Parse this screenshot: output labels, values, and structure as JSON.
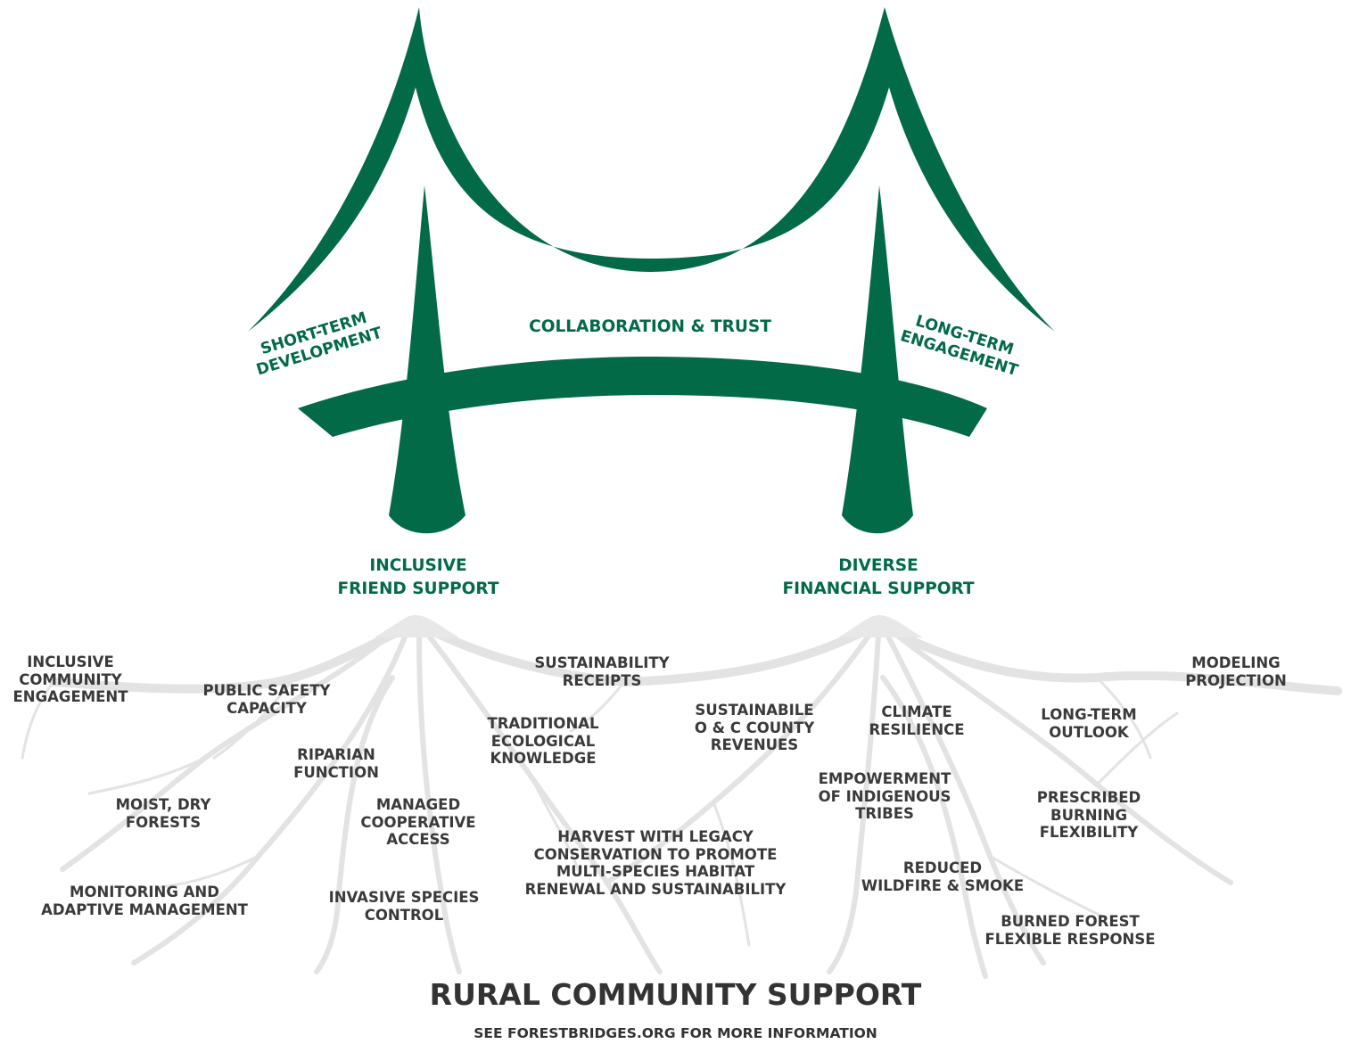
{
  "colors": {
    "bridge": "#036a47",
    "roots": "#e3e3e3",
    "label_text": "#3a3a3a",
    "title_text": "#333333"
  },
  "bridge": {
    "center_label": "COLLABORATION & TRUST",
    "left_side": [
      "SHORT-TERM",
      "DEVELOPMENT"
    ],
    "right_side": [
      "LONG-TERM",
      "ENGAGEMENT"
    ],
    "left_pillar": [
      "INCLUSIVE",
      "FRIEND SUPPORT"
    ],
    "right_pillar": [
      "DIVERSE",
      "FINANCIAL SUPPORT"
    ]
  },
  "roots": [
    [
      "INCLUSIVE",
      "COMMUNITY",
      "ENGAGEMENT"
    ],
    [
      "PUBLIC SAFETY",
      "CAPACITY"
    ],
    [
      "SUSTAINABILITY",
      "RECEIPTS"
    ],
    [
      "MODELING",
      "PROJECTION"
    ],
    [
      "TRADITIONAL",
      "ECOLOGICAL",
      "KNOWLEDGE"
    ],
    [
      "SUSTAINABILE",
      "O & C COUNTY",
      "REVENUES"
    ],
    [
      "CLIMATE",
      "RESILIENCE"
    ],
    [
      "LONG-TERM",
      "OUTLOOK"
    ],
    [
      "RIPARIAN",
      "FUNCTION"
    ],
    [
      "EMPOWERMENT",
      "OF INDIGENOUS",
      "TRIBES"
    ],
    [
      "MOIST, DRY",
      "FORESTS"
    ],
    [
      "MANAGED",
      "COOPERATIVE",
      "ACCESS"
    ],
    [
      "PRESCRIBED",
      "BURNING",
      "FLEXIBILITY"
    ],
    [
      "HARVEST WITH LEGACY",
      "CONSERVATION TO PROMOTE",
      "MULTI-SPECIES HABITAT",
      "RENEWAL AND SUSTAINABILITY"
    ],
    [
      "REDUCED",
      "WILDFIRE & SMOKE"
    ],
    [
      "MONITORING AND",
      "ADAPTIVE MANAGEMENT"
    ],
    [
      "INVASIVE SPECIES",
      "CONTROL"
    ],
    [
      "BURNED FOREST",
      "FLEXIBLE RESPONSE"
    ]
  ],
  "title": "RURAL COMMUNITY SUPPORT",
  "footer": "SEE FORESTBRIDGES.ORG FOR MORE INFORMATION"
}
